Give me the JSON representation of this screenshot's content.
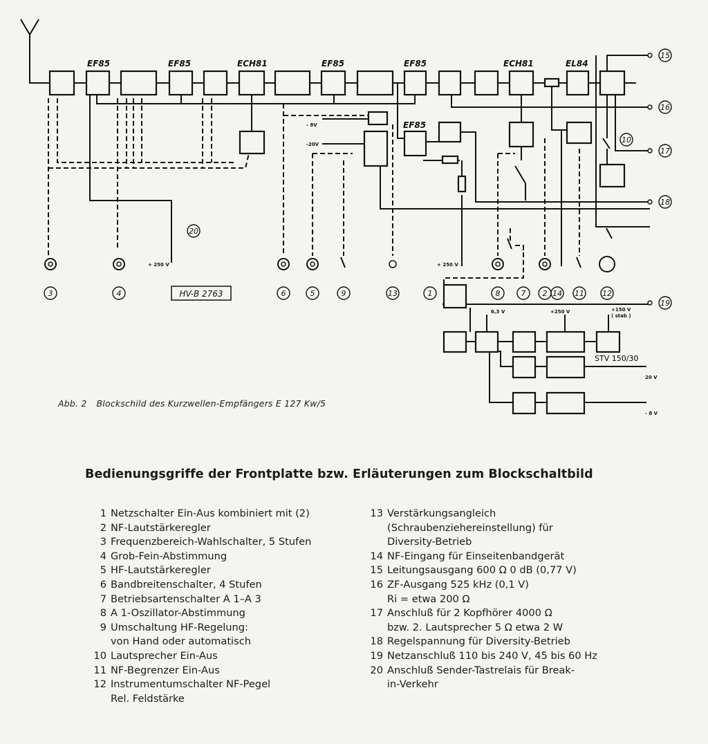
{
  "diagram": {
    "tube_labels": [
      "EF85",
      "EF85",
      "ECH81",
      "EF85",
      "EF85",
      "EF85",
      "ECH81",
      "EL84"
    ],
    "terminals": [
      "15",
      "16",
      "17",
      "18",
      "19"
    ],
    "switch_10": "10",
    "relay_20": "20",
    "control_numbers": [
      "3",
      "4",
      "6",
      "5",
      "9",
      "13",
      "1",
      "8",
      "7",
      "2",
      "14",
      "11",
      "12"
    ],
    "type_plate": "HV-B 2763",
    "voltages": {
      "minus_8v": "- 8V",
      "minus_20v": "-20V",
      "plus_250v_a": "+ 250 V",
      "plus_250v_b": "+ 250 V",
      "plus_250v_c": "+250 V",
      "heater_6_3v": "6,3 V",
      "plus_150v": "+150 V",
      "stab": "( stab )",
      "out_20v": "20 V",
      "out_8v": "- 8 V"
    },
    "stabilizer": "STV 150/30"
  },
  "caption": {
    "figure": "Abb. 2",
    "text": "Blockschild des Kurzwellen-Empfängers E 127 Kw/5"
  },
  "heading": "Bedienungsgriffe der Frontplatte bzw. Erläuterungen zum Blockschaltbild",
  "legend_left": [
    {
      "n": "1",
      "lines": [
        "Netzschalter Ein-Aus kombiniert mit (2)"
      ]
    },
    {
      "n": "2",
      "lines": [
        "NF-Lautstärkeregler"
      ]
    },
    {
      "n": "3",
      "lines": [
        "Frequenzbereich-Wahlschalter, 5 Stufen"
      ]
    },
    {
      "n": "4",
      "lines": [
        "Grob-Fein-Abstimmung"
      ]
    },
    {
      "n": "5",
      "lines": [
        "HF-Lautstärkeregler"
      ]
    },
    {
      "n": "6",
      "lines": [
        "Bandbreitenschalter, 4 Stufen"
      ]
    },
    {
      "n": "7",
      "lines": [
        "Betriebsartenschalter A 1–A 3"
      ]
    },
    {
      "n": "8",
      "lines": [
        "A 1-Oszillator-Abstimmung"
      ]
    },
    {
      "n": "9",
      "lines": [
        "Umschaltung HF-Regelung:",
        "von Hand oder automatisch"
      ]
    },
    {
      "n": "10",
      "lines": [
        "Lautsprecher Ein-Aus"
      ]
    },
    {
      "n": "11",
      "lines": [
        "NF-Begrenzer Ein-Aus"
      ]
    },
    {
      "n": "12",
      "lines": [
        "Instrumentumschalter NF-Pegel",
        "Rel. Feldstärke"
      ]
    }
  ],
  "legend_right": [
    {
      "n": "13",
      "lines": [
        "Verstärkungsangleich",
        "(Schraubenziehereinstellung) für",
        "Diversity-Betrieb"
      ]
    },
    {
      "n": "14",
      "lines": [
        "NF-Eingang für Einseitenbandgerät"
      ]
    },
    {
      "n": "15",
      "lines": [
        "Leitungsausgang 600 Ω 0 dB (0,77 V)"
      ]
    },
    {
      "n": "16",
      "lines": [
        "ZF-Ausgang 525 kHz (0,1 V)",
        "Ri = etwa 200 Ω"
      ]
    },
    {
      "n": "17",
      "lines": [
        "Anschluß für 2 Kopfhörer 4000 Ω",
        "bzw. 2. Lautsprecher 5 Ω etwa 2 W"
      ]
    },
    {
      "n": "18",
      "lines": [
        "Regelspannung für Diversity-Betrieb"
      ]
    },
    {
      "n": "19",
      "lines": [
        "Netzanschluß 110 bis 240 V, 45 bis 60 Hz"
      ]
    },
    {
      "n": "20",
      "lines": [
        "Anschluß Sender-Tastrelais für Break-",
        "in-Verkehr"
      ]
    }
  ]
}
